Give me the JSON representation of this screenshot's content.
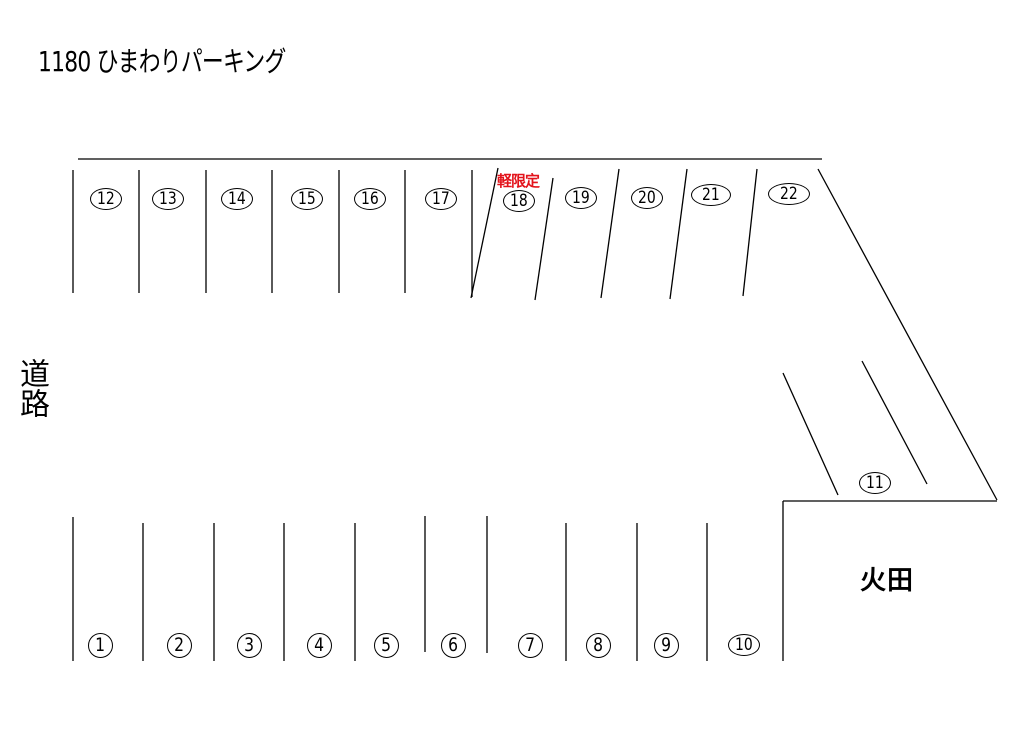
{
  "title": "1180 ひまわりパーキング",
  "labels": {
    "road": "道路",
    "field": "火田",
    "light_vehicle_only": "軽限定"
  },
  "colors": {
    "lines": "#000000",
    "restriction_text": "#e3131b",
    "background": "#ffffff"
  },
  "stalls": {
    "s1": "1",
    "s2": "2",
    "s3": "3",
    "s4": "4",
    "s5": "5",
    "s6": "6",
    "s7": "7",
    "s8": "8",
    "s9": "9",
    "s10": "10",
    "s11": "11",
    "s12": "12",
    "s13": "13",
    "s14": "14",
    "s15": "15",
    "s16": "16",
    "s17": "17",
    "s18": "18",
    "s19": "19",
    "s20": "20",
    "s21": "21",
    "s22": "22"
  },
  "restricted_stall": "18"
}
